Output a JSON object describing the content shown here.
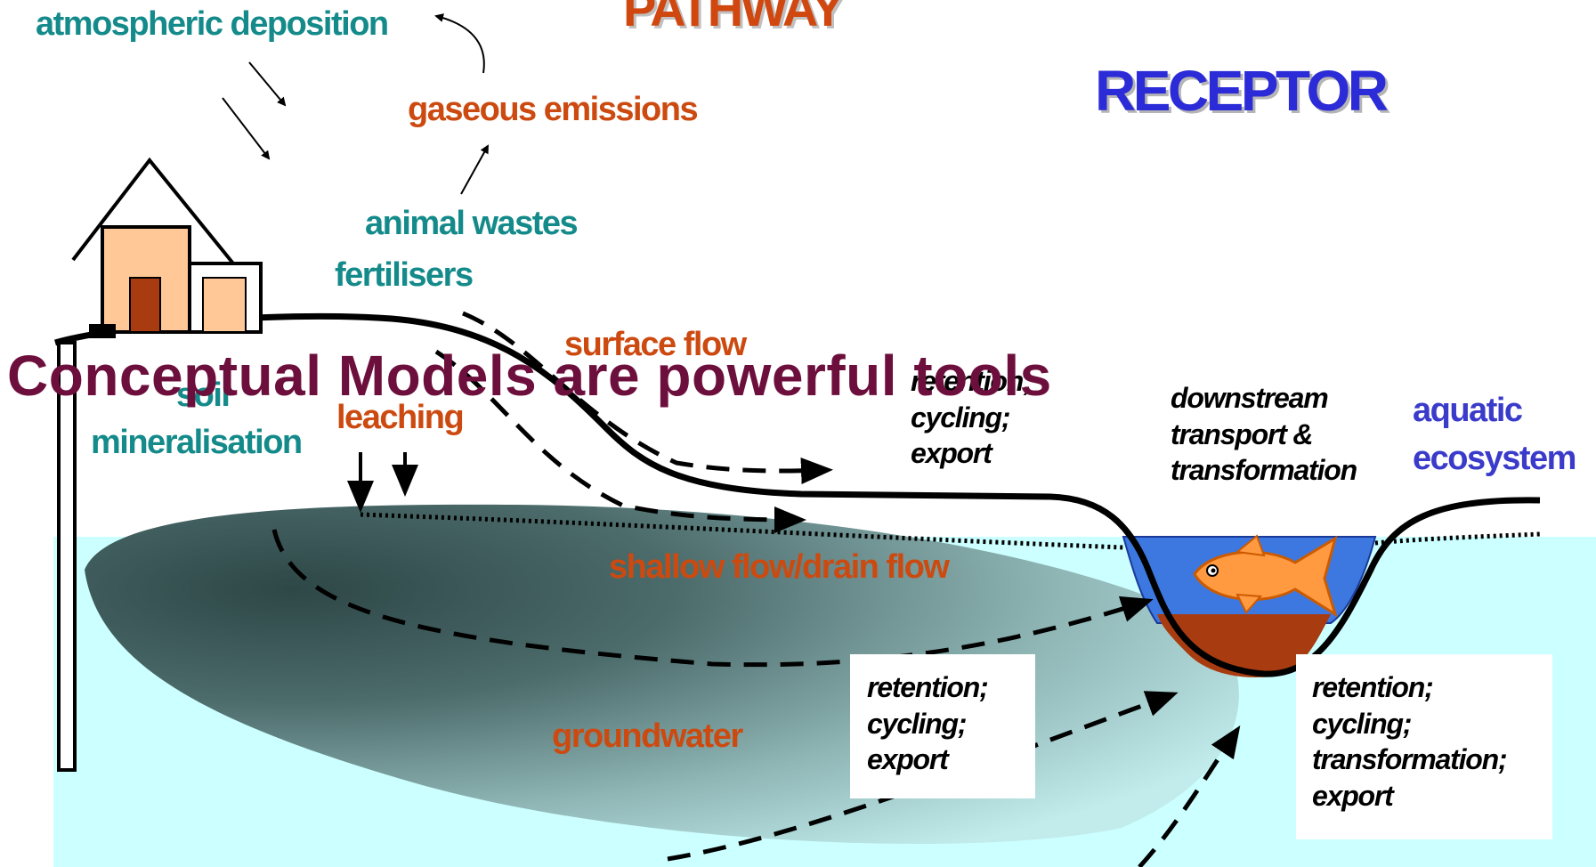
{
  "titles": {
    "pathway": "PATHWAY",
    "receptor": "RECEPTOR"
  },
  "overlay_title": "Conceptual Models are powerful tools",
  "labels": {
    "atmospheric_deposition": "atmospheric deposition",
    "gaseous_emissions": "gaseous emissions",
    "animal_wastes": "animal wastes",
    "fertilisers": "fertilisers",
    "surface_flow": "surface flow",
    "soil": "soil",
    "mineralisation": "mineralisation",
    "leaching": "leaching",
    "shallow_flow": "shallow flow/drain flow",
    "groundwater": "groundwater",
    "aquatic": "aquatic",
    "ecosystem": "ecosystem"
  },
  "annotations": {
    "upper_retention": [
      "retention;",
      "cycling;",
      "export"
    ],
    "downstream": [
      "downstream",
      "transport &",
      "transformation"
    ],
    "lower_retention": [
      "retention;",
      "cycling;",
      "export"
    ],
    "receptor_retention": [
      "retention;",
      "cycling;",
      "transformation;",
      "export"
    ]
  },
  "colors": {
    "source_green": "#148a8a",
    "pathway_orange": "#cc4a10",
    "receptor_blue": "#3a3acb",
    "groundwater_cyan": "#ccffff",
    "lake_blue": "#3c78e0",
    "sediment_brown": "#a83c10",
    "house_peach": "#ffc896",
    "overlay_maroon": "#6d0f3c"
  },
  "icons": [
    "house-icon",
    "fish-icon"
  ]
}
